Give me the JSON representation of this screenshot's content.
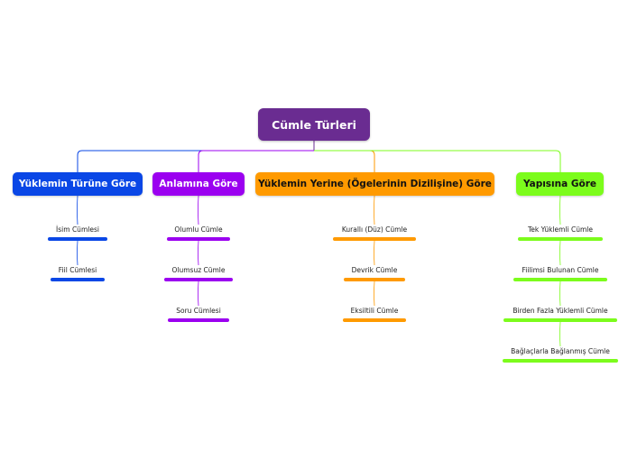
{
  "root": {
    "label": "Cümle Türleri",
    "color": "#6a2c91"
  },
  "branches": [
    {
      "label": "Yüklemin Türüne Göre",
      "color": "#0a47e6",
      "text_color": "#ffffff",
      "children": [
        "İsim Cümlesi",
        "Fiil Cümlesi"
      ]
    },
    {
      "label": "Anlamına Göre",
      "color": "#9b00f0",
      "text_color": "#ffffff",
      "children": [
        "Olumlu Cümle",
        "Olumsuz Cümle",
        "Soru Cümlesi"
      ]
    },
    {
      "label": "Yüklemin Yerine (Ögelerinin Dizilişine) Göre",
      "color": "#ff9a00",
      "text_color": "#111111",
      "children": [
        "Kurallı (Düz) Cümle",
        "Devrik Cümle",
        "Eksiltili Cümle"
      ]
    },
    {
      "label": "Yapısına Göre",
      "color": "#7cfc1c",
      "text_color": "#111111",
      "children": [
        "Tek Yüklemli Cümle",
        "Fiilimsi Bulunan Cümle",
        "Birden Fazla Yüklemli Cümle",
        "Bağlaçlarla Bağlanmış Cümle"
      ]
    }
  ]
}
